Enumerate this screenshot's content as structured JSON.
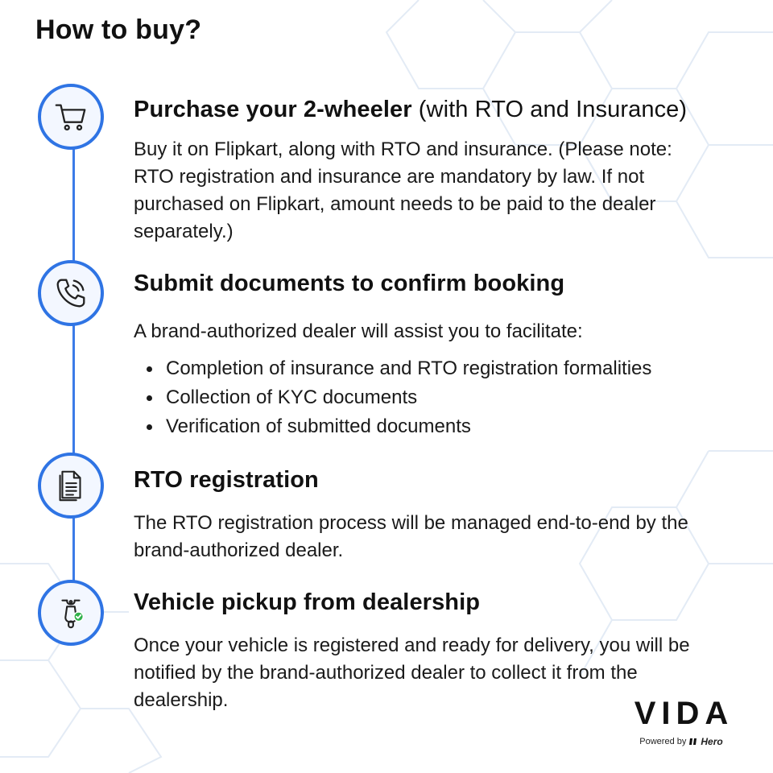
{
  "page": {
    "title": "How to buy?"
  },
  "steps": [
    {
      "icon": "cart-icon",
      "title": "Purchase your 2-wheeler",
      "title_suffix": "(with RTO and Insurance)",
      "text": "Buy it on Flipkart, along with RTO and insurance. (Please note: RTO registration and insurance are mandatory by law. If not purchased on Flipkart, amount needs to be paid to the dealer separately.)"
    },
    {
      "icon": "phone-call-icon",
      "title": "Submit documents to confirm booking",
      "text": "A brand-authorized dealer will assist you to facilitate:",
      "bullets": [
        "Completion of insurance and RTO registration formalities",
        "Collection of KYC documents",
        "Verification of submitted documents"
      ]
    },
    {
      "icon": "document-icon",
      "title": "RTO registration",
      "text": "The RTO registration process will be managed end-to-end by the brand-authorized dealer."
    },
    {
      "icon": "scooter-check-icon",
      "title": "Vehicle pickup from dealership",
      "text": "Once your vehicle is registered and ready for delivery, you will be notified by the brand-authorized dealer to collect it from the dealership."
    }
  ],
  "brand": {
    "logo": "VIDA",
    "powered_by": "Powered by",
    "parent": "Hero"
  },
  "colors": {
    "accent": "#2f74e4",
    "icon_fill": "#f3f7ff",
    "text": "#111111",
    "check_green": "#2fb14a"
  }
}
